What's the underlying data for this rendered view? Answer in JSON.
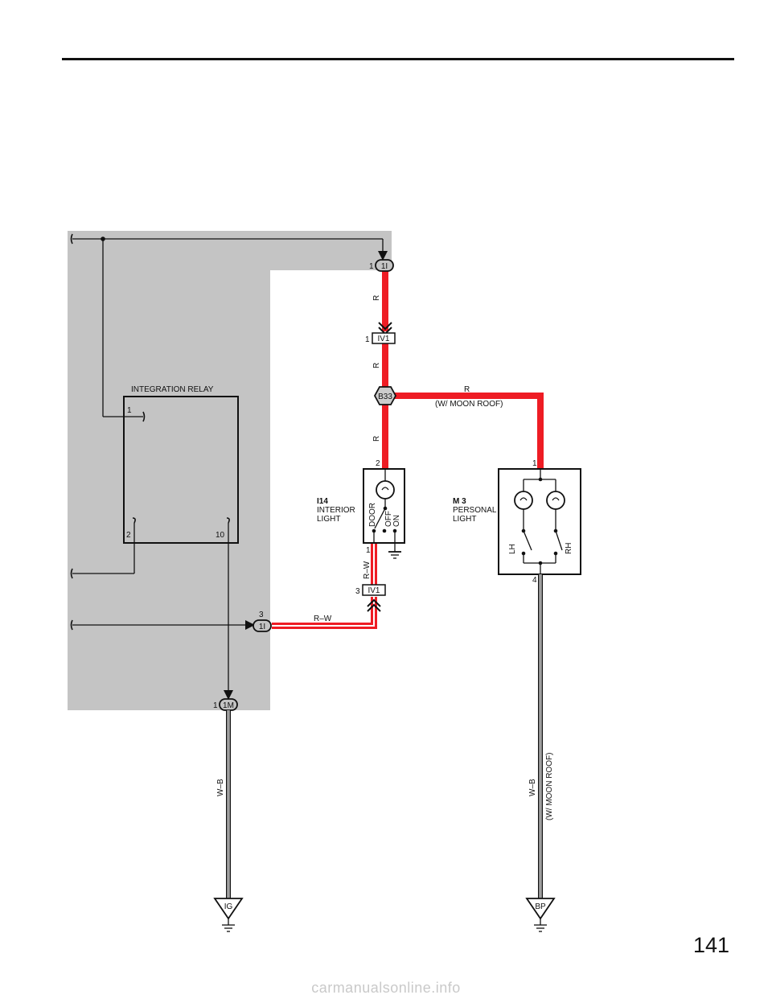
{
  "page_number": "141",
  "watermark": "carmanualsonline.info",
  "components": {
    "integration_relay": {
      "name": "INTEGRATION RELAY",
      "pin_1": "1",
      "pin_2": "2",
      "pin_10": "10"
    },
    "interior_light": {
      "code": "I14",
      "name_line1": "INTERIOR",
      "name_line2": "LIGHT",
      "pin_top": "2",
      "pin_bottom": "1",
      "switch_door": "DOOR",
      "switch_off": "OFF",
      "switch_on": "ON"
    },
    "personal_light": {
      "code": "M 3",
      "name_line1": "PERSONAL",
      "name_line2": "LIGHT",
      "pin_top": "1",
      "pin_bottom": "4",
      "lh": "LH",
      "rh": "RH"
    }
  },
  "connectors": {
    "c1i_top": {
      "label": "1I",
      "pin": "1"
    },
    "iv1_top": {
      "label": "IV1",
      "pin": "1"
    },
    "junction_b33": {
      "label": "B33"
    },
    "iv1_bottom": {
      "label": "IV1",
      "pin": "3"
    },
    "c1i_bottom": {
      "label": "1I",
      "pin": "3"
    },
    "c1m": {
      "label": "1M",
      "pin": "1"
    }
  },
  "wires": {
    "r1": "R",
    "r2": "R",
    "r3": "R",
    "r_branch": "R",
    "moon_roof_top": "(W/ MOON ROOF)",
    "rw_vertical": "R–W",
    "rw_horizontal": "R–W",
    "wb_left": "W–B",
    "wb_right": "W–B",
    "moon_roof_bottom": "(W/ MOON ROOF)"
  },
  "grounds": {
    "ig": "IG",
    "bp": "BP"
  },
  "colors": {
    "wire_red": "#ee1c24",
    "shade": "#c4c4c4",
    "line": "#111111"
  }
}
